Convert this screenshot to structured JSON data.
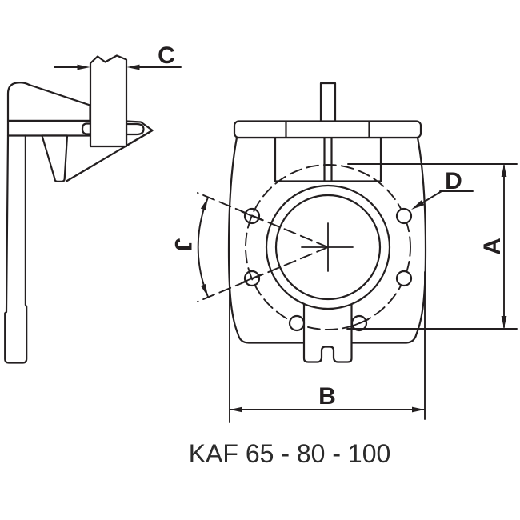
{
  "drawing": {
    "caption": "KAF 65 - 80 - 100",
    "labels": {
      "stem_width": "C",
      "bolt_hole": "D",
      "bolt_circle_height": "A",
      "body_width": "B",
      "bolt_angle": "J"
    },
    "colors": {
      "line": "#231f20",
      "background": "#ffffff",
      "caption_text": "#2b2b2b"
    }
  }
}
